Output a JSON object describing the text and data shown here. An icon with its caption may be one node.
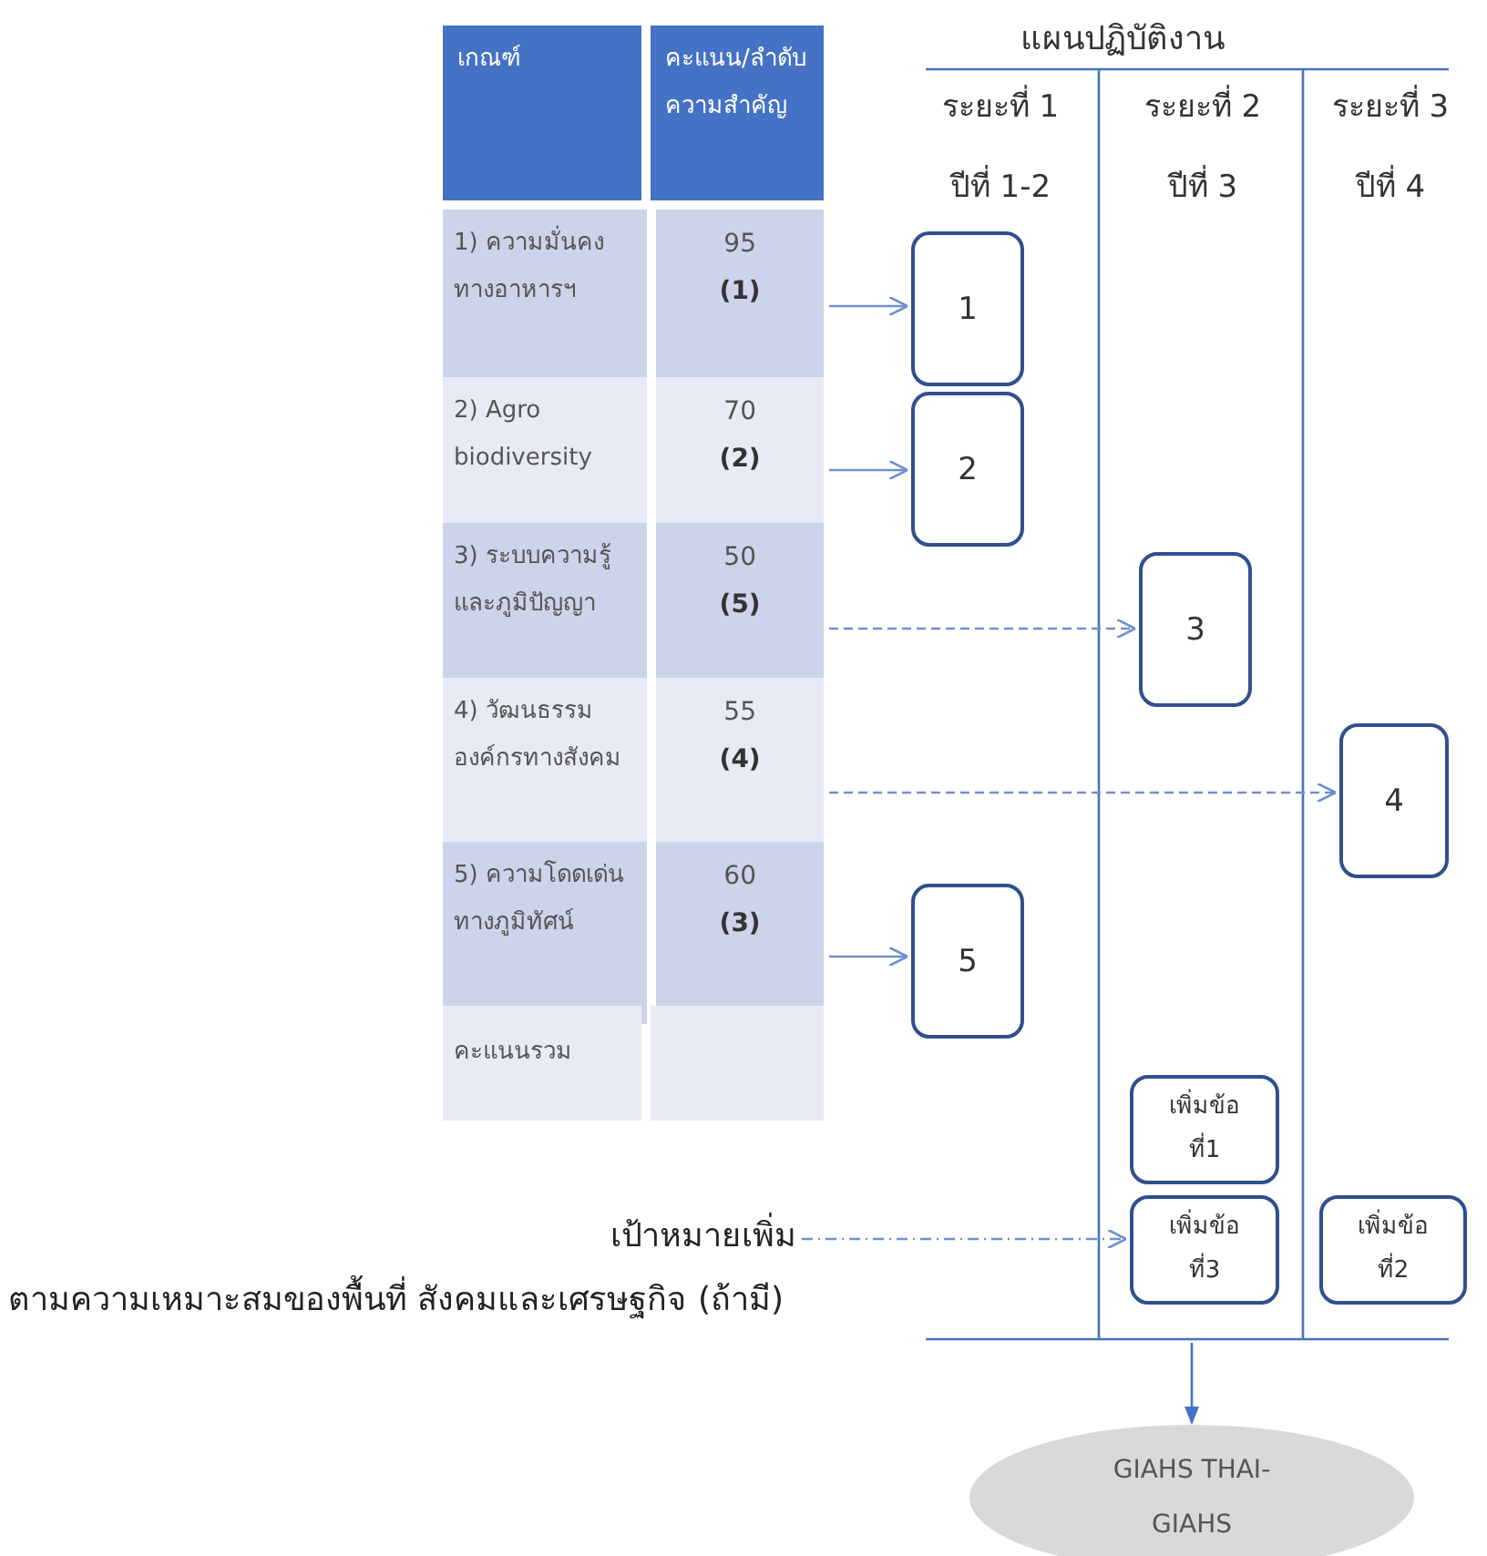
{
  "diagram": {
    "nodes": [
      {
        "text": [
          "1) ความมั่นคงทางอาหารฯ",
          "95",
          "(1)"
        ]
      },
      {
        "text": [
          "2) Agro biodiversity",
          "70",
          "(2)"
        ]
      },
      {
        "text": [
          "3) ระบบความรู้และภูมิปัญญา",
          "50",
          "(5)"
        ]
      },
      {
        "text": [
          "4) วัฒนธรรมองค์กรทางสังคม",
          "55",
          "(4)"
        ]
      },
      {
        "text": [
          "5) ความโดดเด่นทางภูมิทัศน์",
          "60",
          "(3)"
        ]
      },
      {
        "text": [
          "1"
        ]
      },
      {
        "text": [
          "2"
        ]
      },
      {
        "text": [
          "3"
        ]
      },
      {
        "text": [
          "4"
        ]
      },
      {
        "text": [
          "5"
        ]
      },
      {
        "text": [
          "เพิ่มข้อที่1"
        ]
      },
      {
        "text": [
          "เพิ่มข้อที่3"
        ]
      },
      {
        "text": [
          "เพิ่มข้อที่2"
        ]
      },
      {
        "text": [
          "เป้าหมายเพิ่ม",
          "ตามความเหมาะสมของพื้นที่ สังคมและเศรษฐกิจ (ถ้ามี)"
        ]
      },
      {
        "text": [
          "GIAHS THAI-GIAHS"
        ]
      }
    ],
    "edges": [
      {
        "from": 0,
        "to": 5,
        "arrow": "to"
      },
      {
        "from": 1,
        "to": 6,
        "arrow": "to"
      },
      {
        "from": 2,
        "to": 7,
        "arrow": "to",
        "style": "dashed"
      },
      {
        "from": 3,
        "to": 8,
        "arrow": "to",
        "style": "dashed"
      },
      {
        "from": 4,
        "to": 9,
        "arrow": "to"
      },
      {
        "from": 13,
        "to": 11,
        "arrow": "to",
        "style": "dashed"
      },
      {
        "from": null,
        "to": 14,
        "arrow": "to"
      }
    ],
    "labels": [
      "เกณฑ์",
      "คะแนน/ลำดับความสำคัญ",
      "แผนปฏิบัติงาน",
      "ระยะที่ 1",
      "ระยะที่ 2",
      "ระยะที่ 3",
      "ปีที่ 1-2",
      "ปีที่ 3",
      "ปีที่ 4",
      "คะแนนรวม"
    ]
  }
}
